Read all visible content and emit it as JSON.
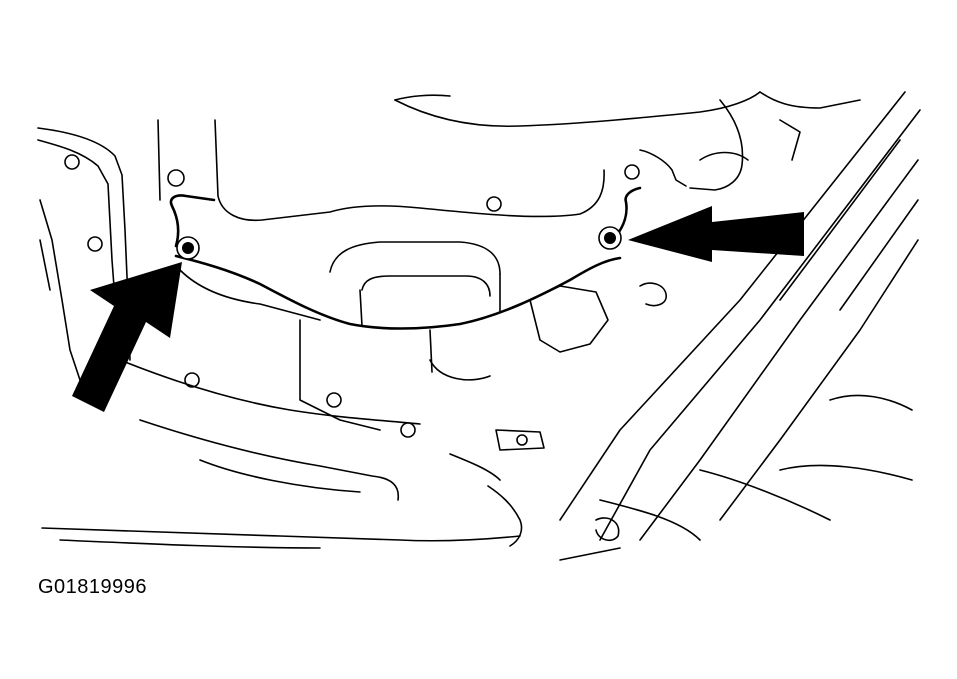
{
  "figure": {
    "id_label": "G01819996",
    "arrow_color": "#000000",
    "line_color": "#000000",
    "background": "#ffffff",
    "arrows": [
      {
        "name": "left-arrow",
        "points_to": "left-cover-bolt"
      },
      {
        "name": "right-arrow",
        "points_to": "right-cover-bolt"
      }
    ]
  }
}
